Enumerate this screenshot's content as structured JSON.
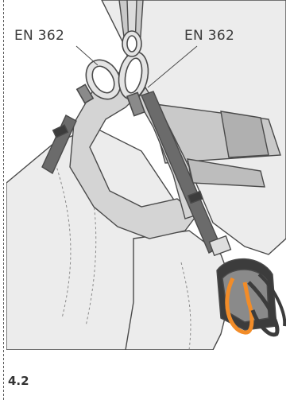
{
  "labels": {
    "left": "EN 362",
    "right": "EN 362"
  },
  "figure_number": "4.2",
  "colors": {
    "body_fill": "#ececec",
    "strap_light": "#c9c9c9",
    "strap_dark": "#6b6b6b",
    "outline": "#4a4a4a",
    "accent_orange": "#f28c28",
    "pad_dark": "#3c3c3c"
  }
}
